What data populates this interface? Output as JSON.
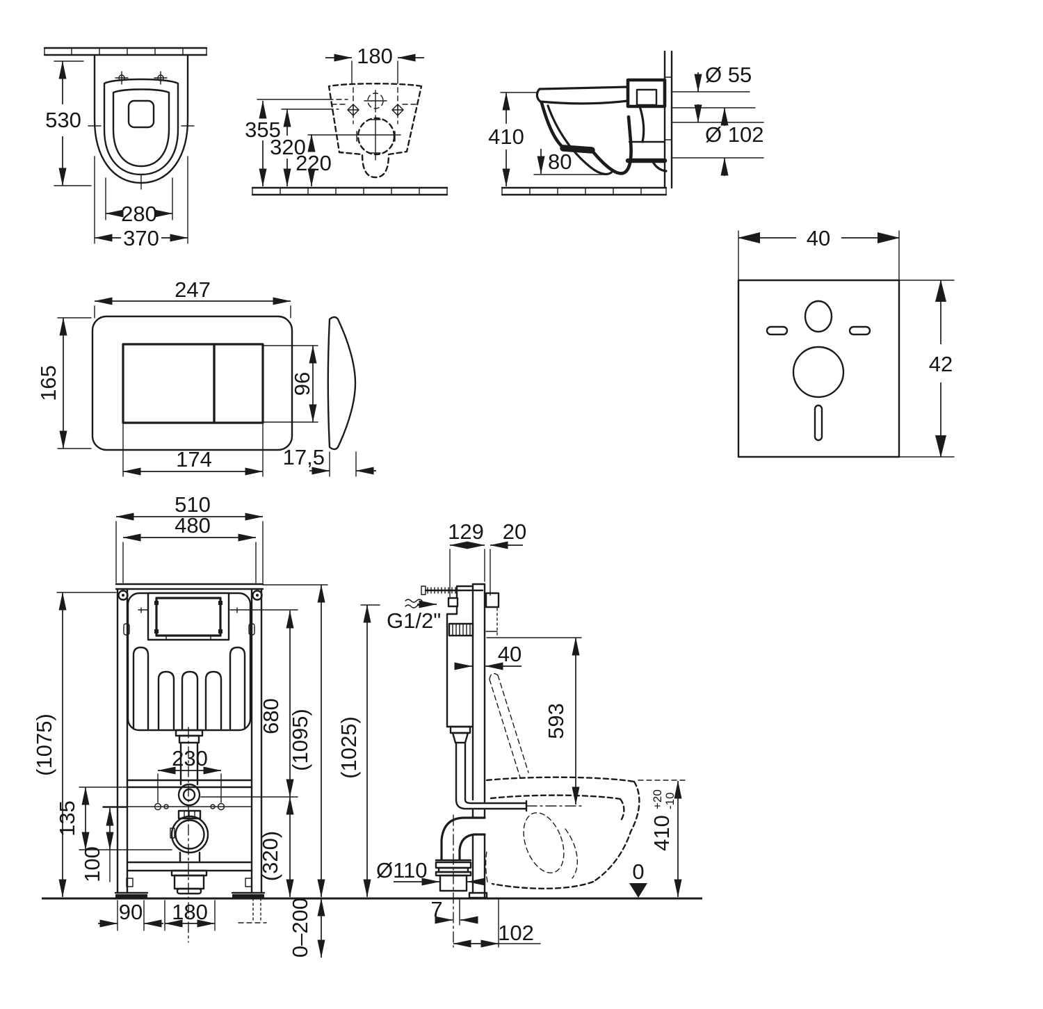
{
  "drawing_title": "wall-hung-wc-installation-dimension-drawing",
  "units": "mm",
  "line_color": "#1b1b1b",
  "background": "#ffffff",
  "labels": {
    "top_view": {
      "h530": "530",
      "w280": "280",
      "w370": "370"
    },
    "rear_view": {
      "w180": "180",
      "h355": "355",
      "h320": "320",
      "h220": "220"
    },
    "side_view": {
      "h410": "410",
      "h80": "80",
      "d55": "Ø 55",
      "d102": "Ø 102"
    },
    "plate": {
      "w247": "247",
      "h165": "165",
      "w174": "174",
      "h96": "96",
      "t175": "17,5"
    },
    "pad": {
      "w40": "40",
      "h42": "42"
    },
    "frame_front": {
      "w510": "510",
      "w480": "480",
      "h1075": "(1075)",
      "h680": "680",
      "h1095": "(1095)",
      "w230": "230",
      "h135": "135",
      "h100": "100",
      "h320": "(320)",
      "w90": "90",
      "w180": "180",
      "adj": "0–200"
    },
    "frame_side": {
      "w129": "129",
      "w20": "20",
      "conn": "G1/2\"",
      "w40": "40",
      "h593": "593",
      "h1025": "(1025)",
      "d110": "Ø110",
      "w7": "7",
      "w102": "102",
      "zero": "0",
      "h410": "410",
      "tol_plus": "+20",
      "tol_minus": "-10"
    }
  }
}
